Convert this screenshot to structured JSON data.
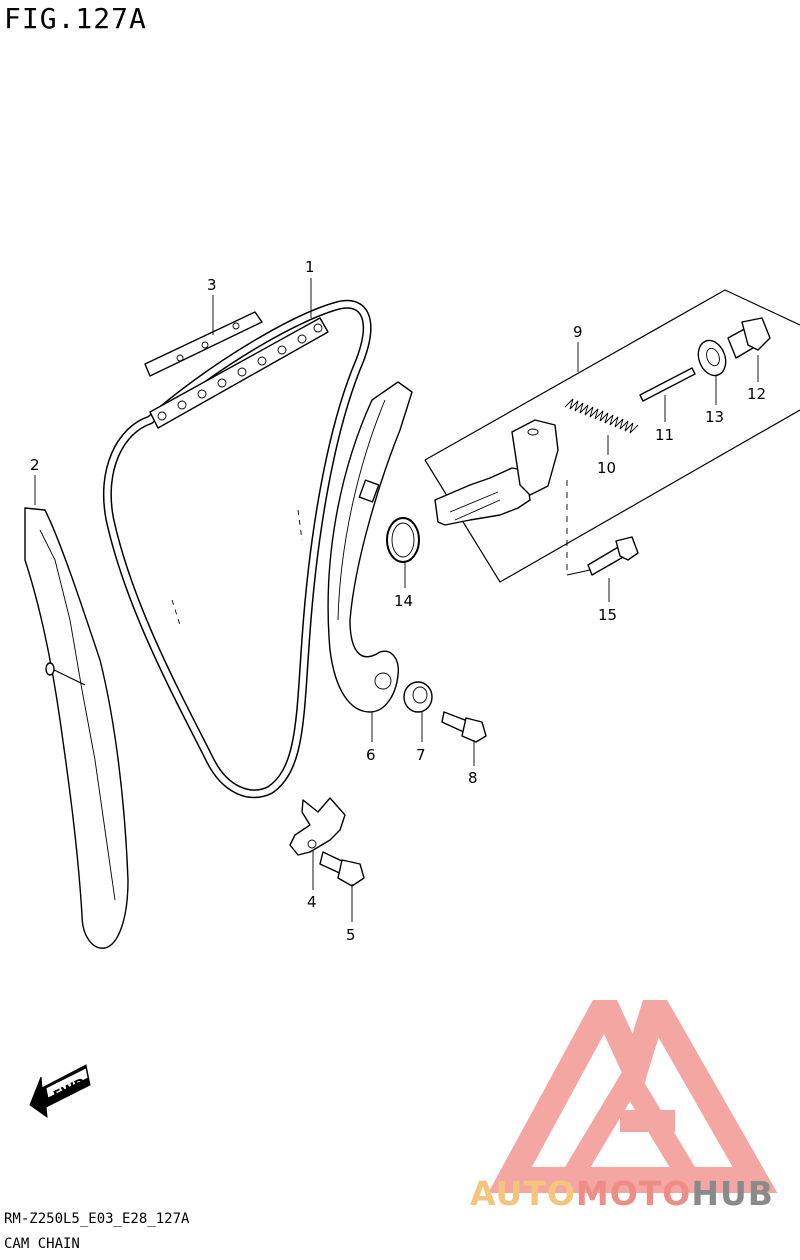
{
  "figure": {
    "title": "FIG.127A",
    "model_code": "RM-Z250L5_E03_E28_127A",
    "section_name": "CAM CHAIN"
  },
  "callouts": [
    "1",
    "2",
    "3",
    "4",
    "5",
    "6",
    "7",
    "8",
    "9",
    "10",
    "11",
    "12",
    "13",
    "14",
    "15"
  ],
  "direction_arrow": {
    "label": "FWD",
    "icon": "forward-arrow-icon"
  },
  "watermark": {
    "part1": "AUTO",
    "part2": "MOTO",
    "part3": "HUB",
    "colors": {
      "auto": "#f4c57b",
      "moto": "#f08c86",
      "hub": "#8a8a8a",
      "logo": "#f3a6a2"
    }
  }
}
